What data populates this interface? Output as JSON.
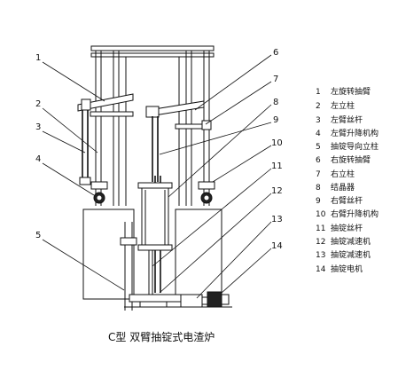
{
  "callouts": [
    "1",
    "2",
    "3",
    "4",
    "5",
    "6",
    "7",
    "8",
    "9",
    "10",
    "11",
    "12",
    "13",
    "14"
  ],
  "legend": [
    {
      "num": "1",
      "label": "左旋转抽臂"
    },
    {
      "num": "2",
      "label": "左立柱"
    },
    {
      "num": "3",
      "label": "左臂丝杆"
    },
    {
      "num": "4",
      "label": "左臂升降机构"
    },
    {
      "num": "5",
      "label": "抽锭导向立柱"
    },
    {
      "num": "6",
      "label": "右旋转抽臂"
    },
    {
      "num": "7",
      "label": "右立柱"
    },
    {
      "num": "8",
      "label": "结晶器"
    },
    {
      "num": "9",
      "label": "右臂丝杆"
    },
    {
      "num": "10",
      "label": "右臂升降机构"
    },
    {
      "num": "11",
      "label": "抽锭丝杆"
    },
    {
      "num": "12",
      "label": "抽锭减速机"
    },
    {
      "num": "13",
      "label": "抽锭减速机"
    },
    {
      "num": "14",
      "label": "抽锭电机"
    }
  ],
  "caption": "C型 双臂抽锭式电渣炉"
}
